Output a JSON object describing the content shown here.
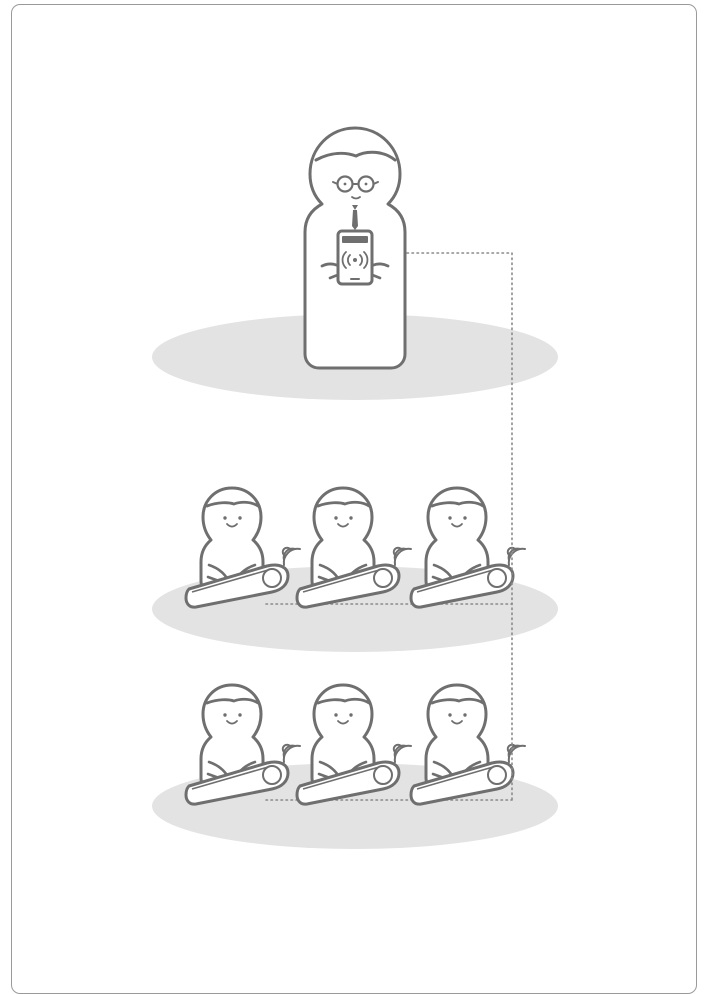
{
  "diagram": {
    "instructor": {
      "role": "instructor",
      "device": "handheld-wireless-device",
      "device_icon": "wireless-signal-icon"
    },
    "stations": {
      "rows": 2,
      "per_row": 3,
      "participant": "trainee-doing-cpr",
      "equipment": "cpr-manikin",
      "signal_icon": "wireless-signal-icon"
    },
    "connection": "dotted-line",
    "colors": {
      "outline": "#6f6f6f",
      "floor": "#e3e3e3",
      "fill": "#ffffff",
      "panel_border": "#9a9a9a",
      "connector": "#8a8a8a"
    }
  }
}
